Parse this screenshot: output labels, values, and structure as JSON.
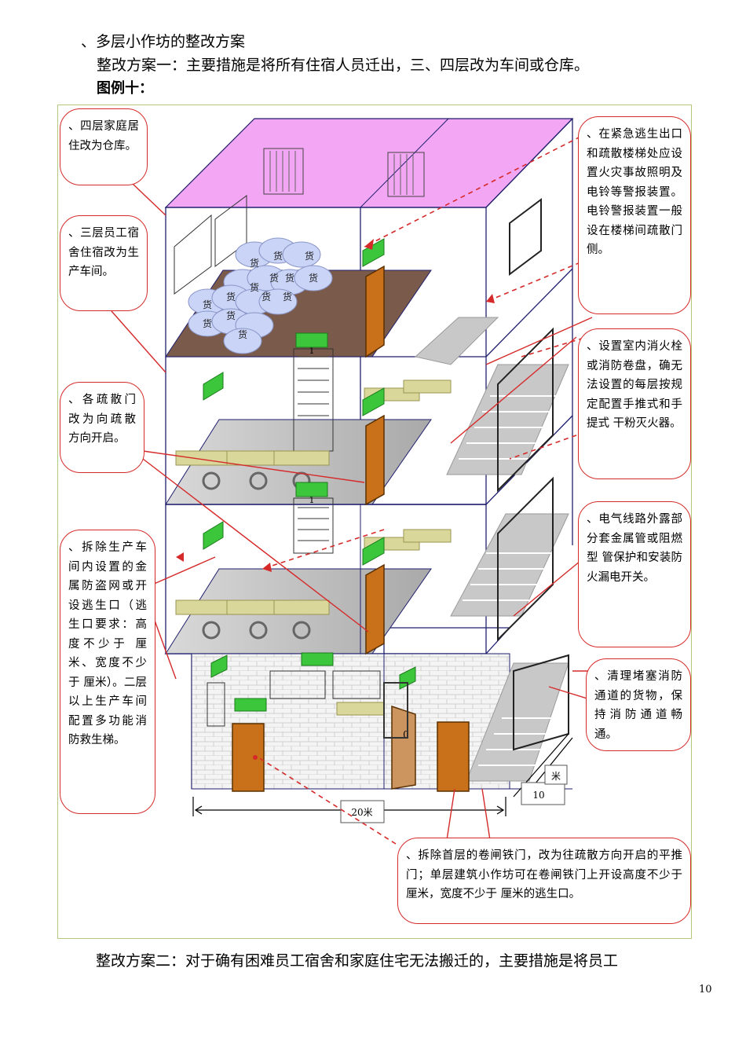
{
  "headings": {
    "section_title": "、多层小作坊的整改方案",
    "plan_one": "整改方案一：主要措施是将所有住宿人员迁出，三、四层改为车间或仓库。",
    "figure_label": "图例十："
  },
  "callouts": {
    "fourth_floor": "、四层家庭居住改为仓库。",
    "third_floor": "、三层员工宿舍住宿改为生产车间。",
    "doors": "、各疏散门改为向疏散方向开启。",
    "bars": "、拆除生产车间内设置的金属防盗网或开设逃生口（逃生口要求：高度不少于 厘米、宽度不少于 厘米）。二层以上生产车间配置多功能消防救生梯。",
    "lighting": "、在紧急逃生出口和疏散楼梯处应设置火灾事故照明及电铃等警报装置。电铃警报装置一般设在楼梯间疏散门侧。",
    "hydrant": "、设置室内消火栓或消防卷盘，确无法设置的每层按规定配置手推式和手提式 干粉灭火器。",
    "wiring": "、电气线路外露部分套金属管或阻燃型 管保护和安装防火漏电开关。",
    "passage": "、清理堵塞消防通道的货物，保持消防通道畅通。",
    "shutter": "、拆除首层的卷闸铁门，改为往疏散方向开启的平推门；单层建筑小作坊可在卷闸铁门上开设高度不少于 厘米，宽度不少于 厘米的逃生口。"
  },
  "diagram": {
    "goods_label": "货",
    "width_label": "20米",
    "depth_label": "10",
    "depth_unit": "米",
    "door_mark": "0",
    "stair_mark": "1"
  },
  "footer": {
    "plan_two": "整改方案二：对于确有困难员工宿舍和家庭住宅无法搬迁的，主要措施是将员工",
    "page_number": "10"
  },
  "colors": {
    "roof": "#f3a6f3",
    "floor_dark": "#7a5a4a",
    "door": "#c8701a",
    "callout_border": "#d62a2a",
    "frame_line": "#1f1f6e",
    "exit_sign": "#3cc63c"
  }
}
